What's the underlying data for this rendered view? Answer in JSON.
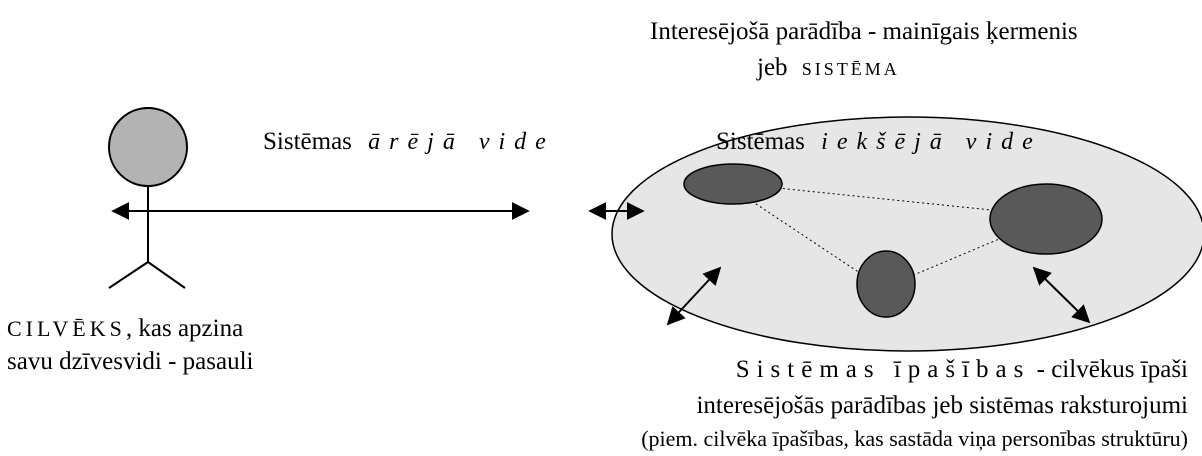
{
  "title": {
    "line1": "Interesējošā parādība - mainīgais ķermenis",
    "line2_prefix": "jeb",
    "line2_caps": "SISTĒMA"
  },
  "outer_env": {
    "prefix": "Sistēmas",
    "italic": "ārējā vide"
  },
  "inner_env": {
    "prefix": "Sistēmas",
    "italic": "iekšējā vide"
  },
  "person": {
    "caps": "CILVĒKS",
    "line1_rest": ", kas apzina",
    "line2": "savu dzīvesvidi - pasauli"
  },
  "properties": {
    "spaced": "Sistēmas īpašības",
    "line1_rest": " - cilvēkus īpaši",
    "line2": "interesējošās parādības jeb sistēmas raksturojumi",
    "line3": "(piem. cilvēka īpašības, kas sastāda viņa personības struktūru)"
  },
  "colors": {
    "ellipse_fill": "#e6e6e6",
    "head_fill": "#b3b3b3",
    "node_fill": "#595959",
    "line": "#000000"
  }
}
